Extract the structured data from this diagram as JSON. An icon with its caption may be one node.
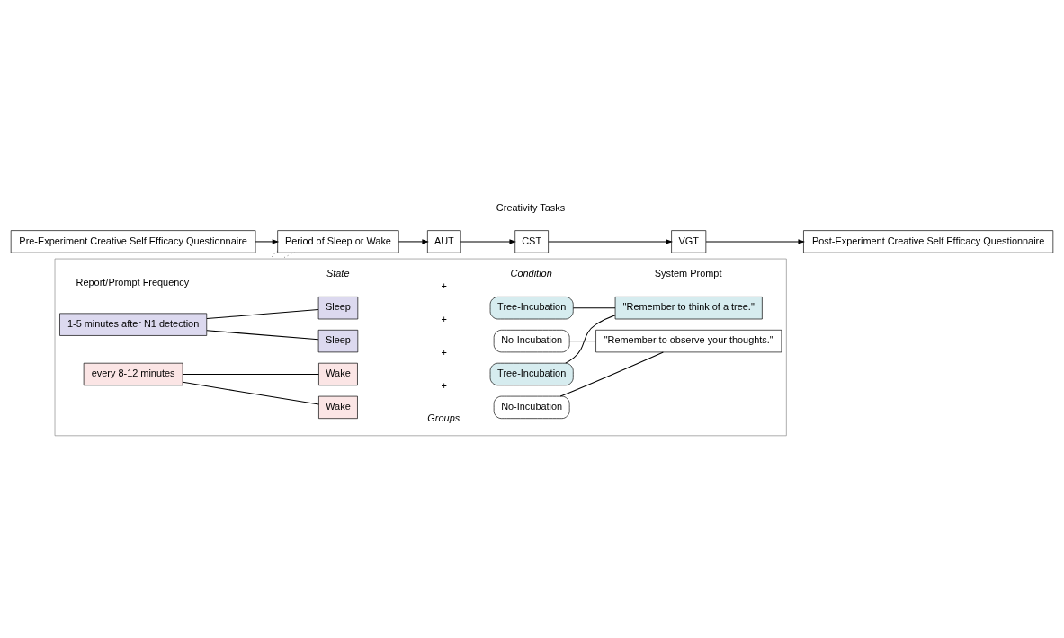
{
  "diagram": {
    "nodes": [
      {
        "text": [
          "Pre-Experiment Creative Self Efficacy Questionnaire"
        ]
      },
      {
        "text": [
          "Period of Sleep or Wake"
        ]
      },
      {
        "text": [
          "AUT"
        ]
      },
      {
        "text": [
          "CST"
        ]
      },
      {
        "text": [
          "VGT"
        ]
      },
      {
        "text": [
          "Post-Experiment Creative Self Efficacy Questionnaire"
        ]
      },
      {
        "text": [],
        "shape": "box"
      },
      {
        "text": [
          "1-5 minutes after N1 detection"
        ],
        "in": 6
      },
      {
        "text": [
          "every 8-12 minutes"
        ],
        "in": 6
      },
      {
        "text": [
          "Sleep"
        ],
        "in": 6
      },
      {
        "text": [
          "Sleep"
        ],
        "in": 6
      },
      {
        "text": [
          "Wake"
        ],
        "in": 6
      },
      {
        "text": [
          "Wake"
        ],
        "in": 6
      },
      {
        "text": [
          "Tree-Incubation"
        ],
        "in": 6
      },
      {
        "text": [
          "No-Incubation"
        ],
        "in": 6
      },
      {
        "text": [
          "Tree-Incubation"
        ],
        "in": 6
      },
      {
        "text": [
          "No-Incubation"
        ],
        "in": 6
      },
      {
        "text": [
          "\"Remember to think of a tree.\""
        ],
        "in": 6
      },
      {
        "text": [
          "\"Remember to observe your thoughts.\""
        ],
        "in": 6
      }
    ],
    "edges": [
      {
        "from": 0,
        "to": 1,
        "arrow": "to"
      },
      {
        "from": 1,
        "to": 2,
        "arrow": "to"
      },
      {
        "from": 2,
        "to": 3,
        "arrow": "to"
      },
      {
        "from": 3,
        "to": 4,
        "arrow": "to"
      },
      {
        "from": 4,
        "to": 5,
        "arrow": "to"
      },
      {
        "from": 1,
        "to": 6,
        "arrow": "none",
        "style": "dashed"
      },
      {
        "from": 1,
        "to": 6,
        "arrow": "none",
        "style": "dashed"
      },
      {
        "from": 7,
        "to": 9,
        "arrow": "none"
      },
      {
        "from": 7,
        "to": 10,
        "arrow": "none"
      },
      {
        "from": 8,
        "to": 11,
        "arrow": "none"
      },
      {
        "from": 8,
        "to": 12,
        "arrow": "none"
      },
      {
        "from": 13,
        "to": 17,
        "arrow": "none"
      },
      {
        "from": 14,
        "to": 18,
        "arrow": "none"
      },
      {
        "from": 15,
        "to": 17,
        "arrow": "none"
      },
      {
        "from": 16,
        "to": 18,
        "arrow": "none"
      }
    ],
    "labels": [
      "Creativity Tasks",
      "Report/Prompt Frequency",
      "State",
      "Condition",
      "System Prompt",
      "+",
      "+",
      "+",
      "+",
      "Groups"
    ]
  }
}
